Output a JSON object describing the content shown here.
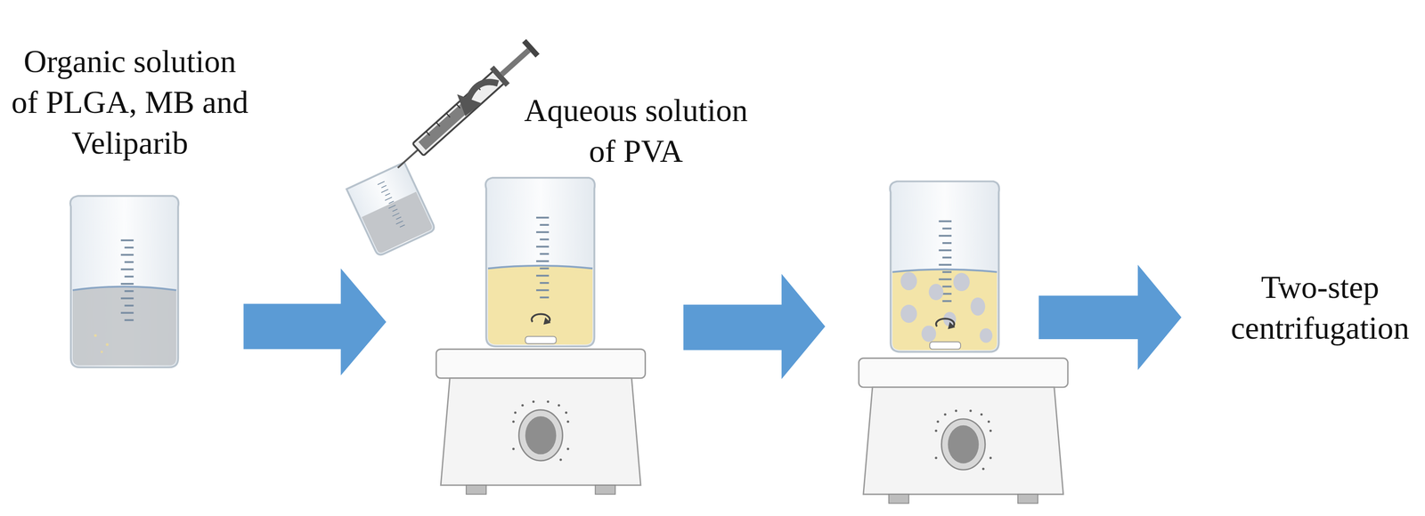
{
  "diagram": {
    "labels": [
      "Organic solution of PLGA, MB and Veliparib",
      "Aqueous solution of PVA",
      "Two-step centrifugation"
    ]
  }
}
